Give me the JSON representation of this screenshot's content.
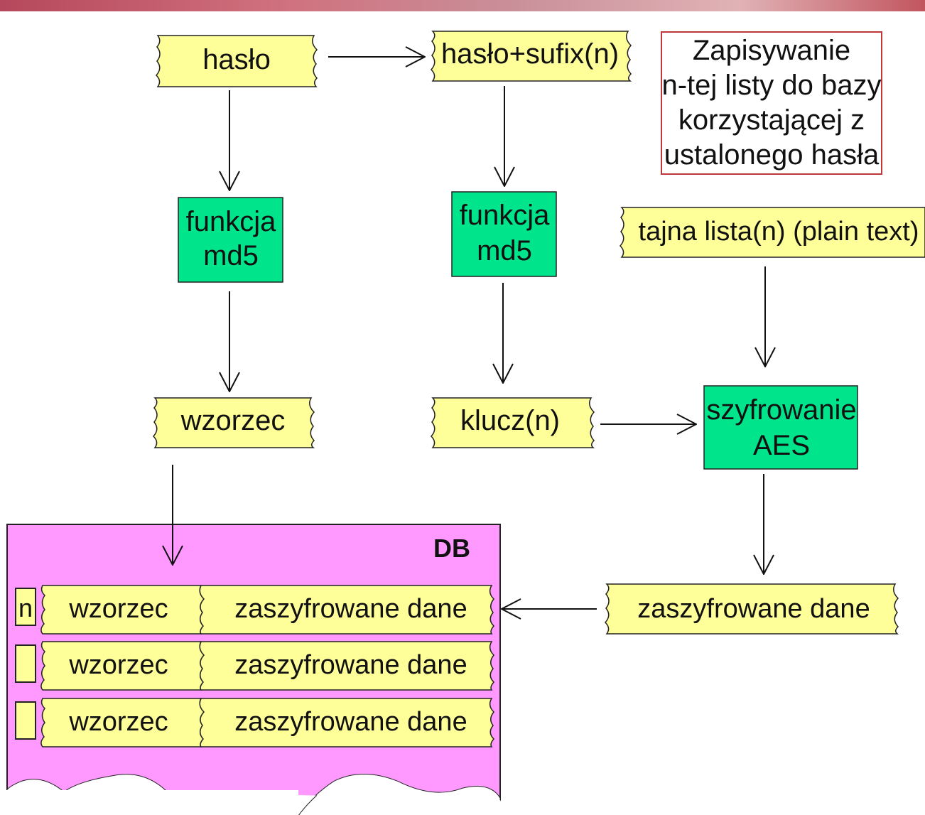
{
  "nodes": {
    "haslo": "hasło",
    "haslo_sufix": "hasło+sufix(n)",
    "md5_left": [
      "funkcja",
      "md5"
    ],
    "md5_right": [
      "funkcja",
      "md5"
    ],
    "wzorzec": "wzorzec",
    "klucz": "klucz(n)",
    "tajna_lista": "tajna lista(n) (plain text)",
    "aes": [
      "szyfrowanie",
      "AES"
    ],
    "zaszyfrowane": "zaszyfrowane dane"
  },
  "note": {
    "lines": [
      "Zapisywanie",
      "n-tej listy do bazy",
      "korzystającej z",
      "ustalonego hasła"
    ]
  },
  "db": {
    "label": "DB",
    "rows": [
      {
        "index": "n",
        "pattern": "wzorzec",
        "data": "zaszyfrowane dane"
      },
      {
        "index": "",
        "pattern": "wzorzec",
        "data": "zaszyfrowane dane"
      },
      {
        "index": "",
        "pattern": "wzorzec",
        "data": "zaszyfrowane dane"
      }
    ]
  },
  "colors": {
    "data_fill": "#ffff99",
    "process_fill": "#00e48c",
    "db_fill": "#ff99ff",
    "note_border": "#c0373a",
    "line": "#111111"
  }
}
